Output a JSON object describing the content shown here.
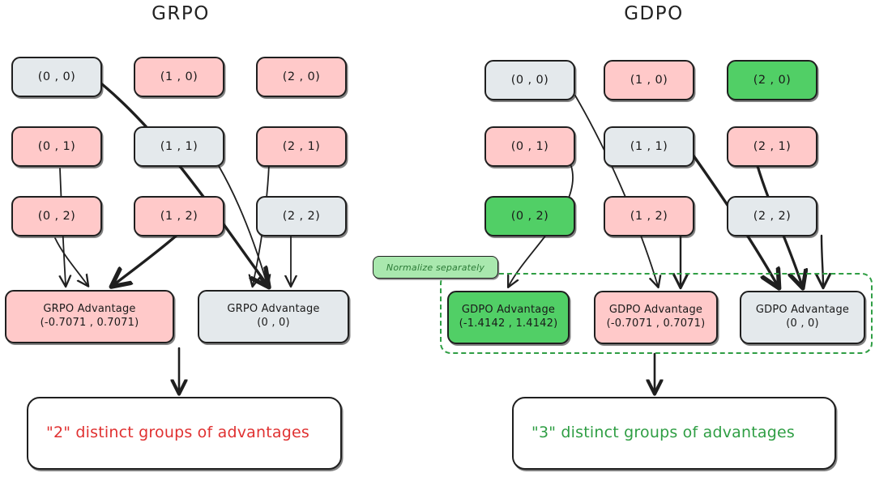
{
  "colors": {
    "gray_fill": "#e4e9ec",
    "pink_fill": "#ffc9c9",
    "green_fill": "#51cf66",
    "badge_fill": "#a9e8ae",
    "stroke": "#1f1f1f",
    "red_text": "#e03131",
    "green_text": "#2f9e44"
  },
  "left_panel": {
    "title": "GRPO",
    "grid": [
      {
        "label": "(0 , 0)",
        "color": "gray"
      },
      {
        "label": "(1 , 0)",
        "color": "pink"
      },
      {
        "label": "(2 , 0)",
        "color": "pink"
      },
      {
        "label": "(0 , 1)",
        "color": "pink"
      },
      {
        "label": "(1 , 1)",
        "color": "gray"
      },
      {
        "label": "(2 , 1)",
        "color": "pink"
      },
      {
        "label": "(0 , 2)",
        "color": "pink"
      },
      {
        "label": "(1 , 2)",
        "color": "pink"
      },
      {
        "label": "(2 , 2)",
        "color": "gray"
      }
    ],
    "advantages": [
      {
        "title": "GRPO Advantage",
        "value": "(-0.7071 , 0.7071)",
        "color": "pink"
      },
      {
        "title": "GRPO Advantage",
        "value": "(0 , 0)",
        "color": "gray"
      }
    ],
    "summary": "\"2\" distinct groups of advantages"
  },
  "right_panel": {
    "title": "GDPO",
    "grid": [
      {
        "label": "(0 , 0)",
        "color": "gray"
      },
      {
        "label": "(1 , 0)",
        "color": "pink"
      },
      {
        "label": "(2 , 0)",
        "color": "green"
      },
      {
        "label": "(0 , 1)",
        "color": "pink"
      },
      {
        "label": "(1 , 1)",
        "color": "gray"
      },
      {
        "label": "(2 , 1)",
        "color": "pink"
      },
      {
        "label": "(0 , 2)",
        "color": "green"
      },
      {
        "label": "(1 , 2)",
        "color": "pink"
      },
      {
        "label": "(2 , 2)",
        "color": "gray"
      }
    ],
    "badge": "Normalize separately",
    "advantages": [
      {
        "title": "GDPO Advantage",
        "value": "(-1.4142 , 1.4142)",
        "color": "green"
      },
      {
        "title": "GDPO Advantage",
        "value": "(-0.7071 , 0.7071)",
        "color": "pink"
      },
      {
        "title": "GDPO Advantage",
        "value": "(0 , 0)",
        "color": "gray"
      }
    ],
    "summary": "\"3\" distinct groups of advantages"
  }
}
